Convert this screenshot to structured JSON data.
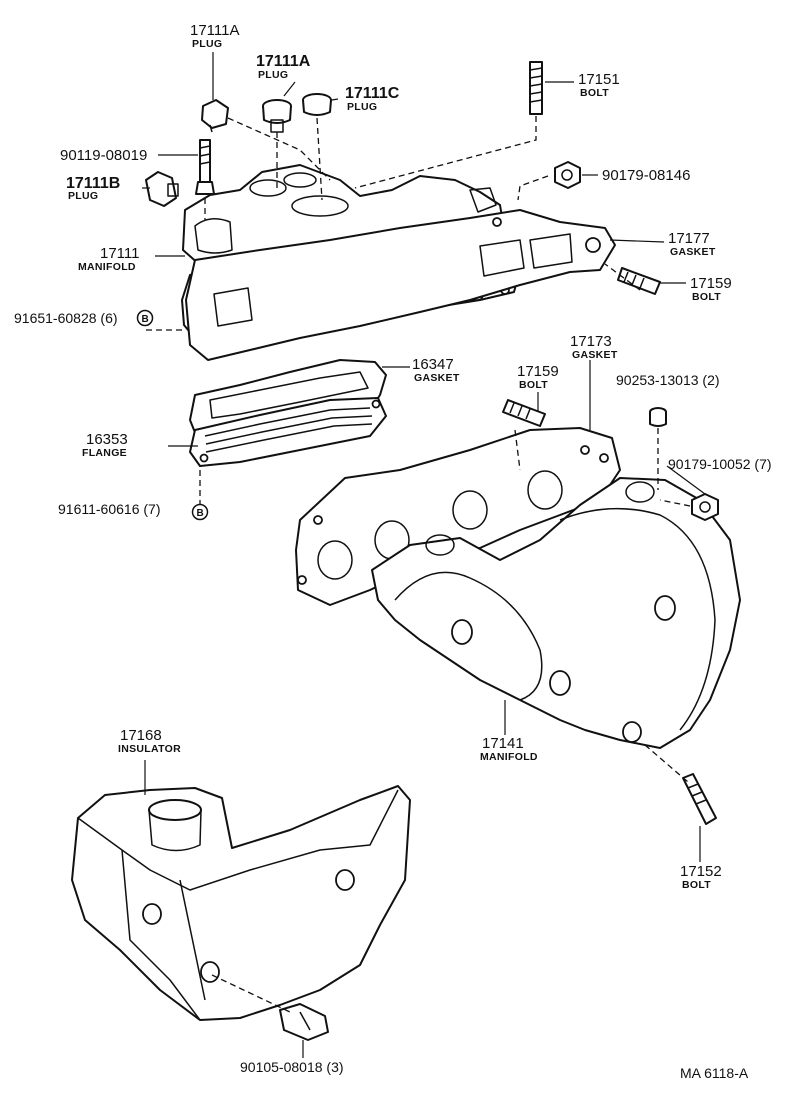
{
  "callouts": {
    "p17111a_top": {
      "num": "17111A",
      "name": "PLUG"
    },
    "p17111a_mid": {
      "num": "17111A",
      "name": "PLUG"
    },
    "p17111c": {
      "num": "17111C",
      "name": "PLUG"
    },
    "p17151": {
      "num": "17151",
      "name": "BOLT"
    },
    "p90119": {
      "num": "90119-08019"
    },
    "p90179_08146": {
      "num": "90179-08146"
    },
    "p17111b": {
      "num": "17111B",
      "name": "PLUG"
    },
    "p17177": {
      "num": "17177",
      "name": "GASKET"
    },
    "p17111": {
      "num": "17111",
      "name": "MANIFOLD"
    },
    "p17159_right": {
      "num": "17159",
      "name": "BOLT"
    },
    "p91651": {
      "num": "91651-60828 (6)",
      "marker": "B"
    },
    "p16347": {
      "num": "16347",
      "name": "GASKET"
    },
    "p17173": {
      "num": "17173",
      "name": "GASKET"
    },
    "p17159_mid": {
      "num": "17159",
      "name": "BOLT"
    },
    "p90253": {
      "num": "90253-13013 (2)"
    },
    "p16353": {
      "num": "16353",
      "name": "FLANGE"
    },
    "p90179_10052": {
      "num": "90179-10052 (7)"
    },
    "p91611": {
      "num": "91611-60616 (7)",
      "marker": "B"
    },
    "p17141": {
      "num": "17141",
      "name": "MANIFOLD"
    },
    "p17168": {
      "num": "17168",
      "name": "INSULATOR"
    },
    "p17152": {
      "num": "17152",
      "name": "BOLT"
    },
    "p90105": {
      "num": "90105-08018 (3)"
    }
  },
  "footer": {
    "code": "MA  6118-A"
  }
}
